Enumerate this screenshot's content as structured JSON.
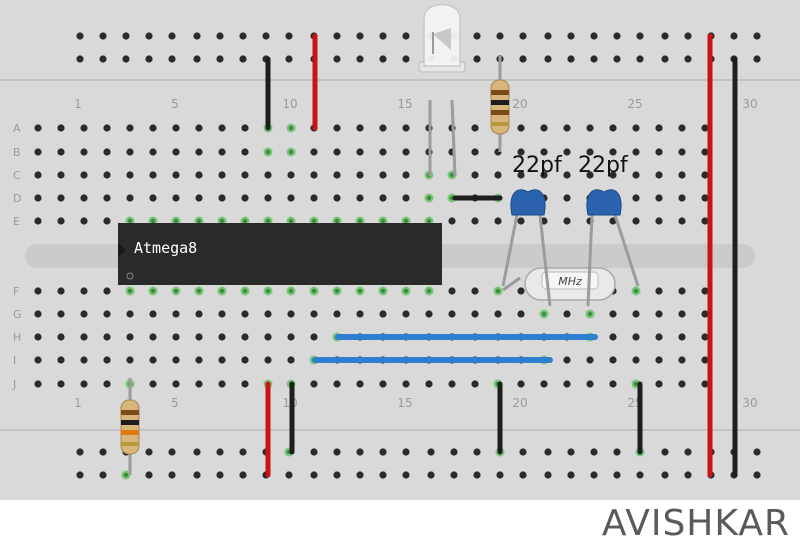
{
  "chip_label": "Atmega8",
  "crystal_label": "MHz",
  "cap_left_label": "22pf",
  "cap_right_label": "22pf",
  "watermark": "AVISHKAR",
  "row_labels_top": [
    "A",
    "B",
    "C",
    "D",
    "E"
  ],
  "row_labels_bottom": [
    "F",
    "G",
    "H",
    "I",
    "J"
  ],
  "column_numbers": [
    "1",
    "5",
    "10",
    "15",
    "20",
    "25",
    "30"
  ],
  "colors": {
    "board": "#d9d9d9",
    "hole": "#2b2b2b",
    "hole_active": "#7ac47a",
    "wire_red": "#c81414",
    "wire_black": "#1e1e1e",
    "wire_blue": "#2f7fd0",
    "chip": "#2a2a2a",
    "capacitor": "#2a62ad"
  }
}
